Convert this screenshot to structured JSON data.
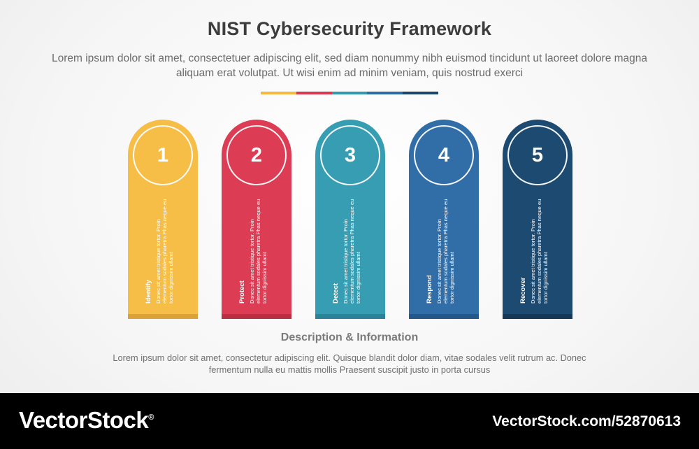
{
  "header": {
    "title": "NIST Cybersecurity Framework",
    "subtitle": "Lorem ipsum dolor sit amet, consectetuer adipiscing elit, sed diam nonummy nibh euismod tincidunt ut laoreet dolore magna aliquam erat volutpat. Ut wisi enim ad minim veniam, quis nostrud exerci"
  },
  "divider_colors": [
    "#f4b942",
    "#d9394e",
    "#3397ad",
    "#2f6aa3",
    "#1d4569"
  ],
  "steps": [
    {
      "number": "1",
      "label": "Identify",
      "text": "Donec sit amet tristique tortor. Proin elementum sodales pharetra Phas neque eu tortor dignissim ullamt",
      "color": "#f6bd47",
      "base_color": "#dca23a"
    },
    {
      "number": "2",
      "label": "Protect",
      "text": "Donec sit amet tristique tortor. Proin elementum sodales pharetra Phas neque eu tortor dignissim ullamt",
      "color": "#dd3d54",
      "base_color": "#bb2f43"
    },
    {
      "number": "3",
      "label": "Detect",
      "text": "Donec sit amet tristique tortor. Proin elementum sodales pharetra Phas neque eu tortor dignissim ullamt",
      "color": "#379db2",
      "base_color": "#2a8397"
    },
    {
      "number": "4",
      "label": "Respond",
      "text": "Donec sit amet tristique tortor. Proin elementum sodales pharetra Phas neque eu tortor dignissim ullamt",
      "color": "#316da7",
      "base_color": "#25588a"
    },
    {
      "number": "5",
      "label": "Recover",
      "text": "Donec sit amet tristique tortor. Proin elementum sodales pharetra Phas neque eu tortor dignissim ullamt",
      "color": "#1d4a70",
      "base_color": "#143856"
    }
  ],
  "description": {
    "title": "Description & Information",
    "text": "Lorem ipsum dolor sit amet, consectetur adipiscing elit. Quisque blandit dolor diam, vitae sodales velit rutrum ac. Donec fermentum nulla eu mattis mollis Praesent suscipit justo in porta cursus"
  },
  "footer": {
    "brand": "VectorStock",
    "registered": "®",
    "url": "VectorStock.com/52870613"
  }
}
